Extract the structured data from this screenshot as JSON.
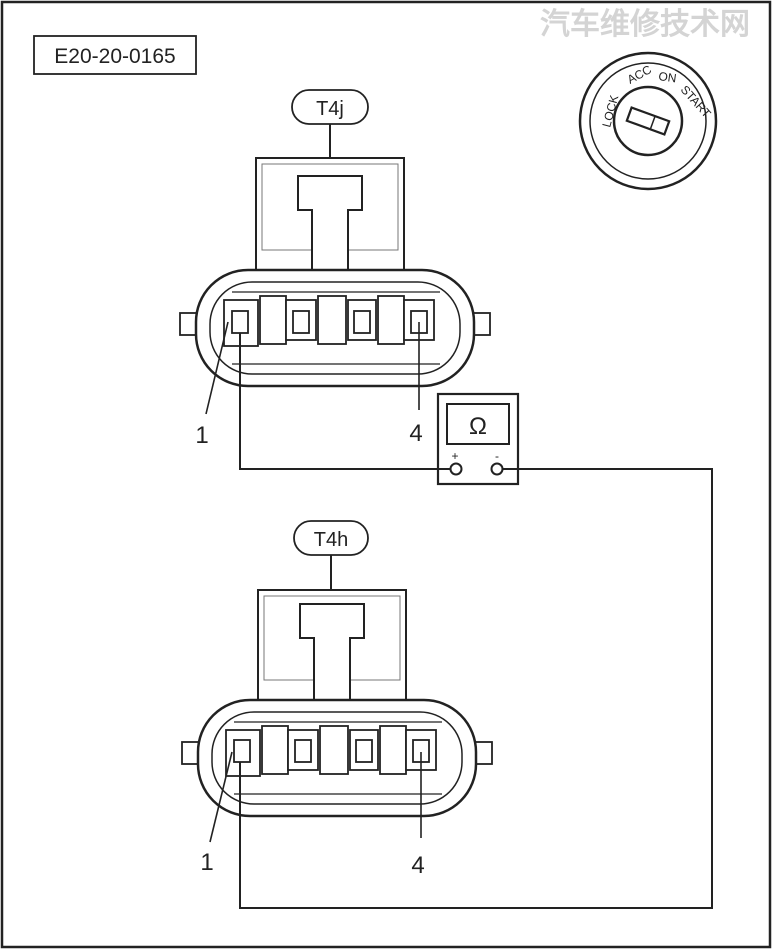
{
  "figure_id": "E20-20-0165",
  "watermark": "汽车维修技术网",
  "ignition_switch": {
    "positions": [
      "LOCK",
      "ACC",
      "ON",
      "START"
    ]
  },
  "connector_top": {
    "name": "T4j",
    "pin_left": "1",
    "pin_right": "4"
  },
  "connector_bottom": {
    "name": "T4h",
    "pin_left": "1",
    "pin_right": "4"
  },
  "meter": {
    "symbol": "Ω",
    "plus": "+",
    "minus": "-"
  }
}
